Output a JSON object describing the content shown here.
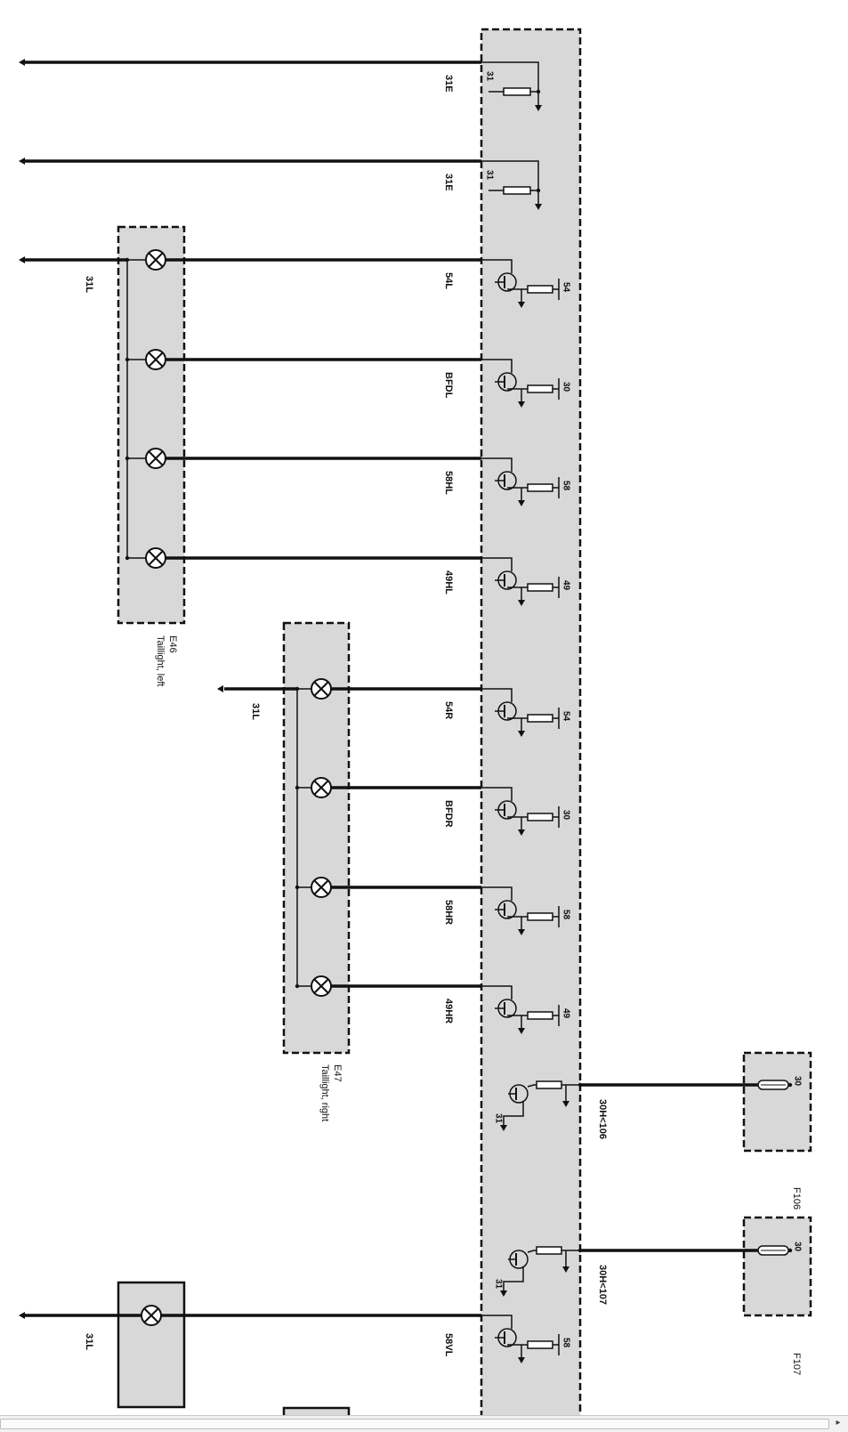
{
  "wires": [
    {
      "label": "31E",
      "pin": "31",
      "type": "ground"
    },
    {
      "label": "31E",
      "pin": "31",
      "type": "ground"
    },
    {
      "label": "54L",
      "pin": "54",
      "type": "output"
    },
    {
      "label": "BFDL",
      "pin": "30",
      "type": "output"
    },
    {
      "label": "58HL",
      "pin": "58",
      "type": "output"
    },
    {
      "label": "49HL",
      "pin": "49",
      "type": "output"
    },
    {
      "label": "54R",
      "pin": "54",
      "type": "output"
    },
    {
      "label": "BFDR",
      "pin": "30",
      "type": "output"
    },
    {
      "label": "58HR",
      "pin": "58",
      "type": "output"
    },
    {
      "label": "49HR",
      "pin": "49",
      "type": "output"
    },
    {
      "label": "30H<106",
      "pin": "31",
      "type": "supply",
      "fuse": "F106",
      "fuse_pin": "30"
    },
    {
      "label": "30H<107",
      "pin": "31",
      "type": "supply",
      "fuse": "F107",
      "fuse_pin": "30"
    },
    {
      "label": "58VL",
      "pin": "58",
      "type": "output"
    }
  ],
  "components": [
    {
      "id": "E46",
      "name": "Taillight, left",
      "ground_label": "31L"
    },
    {
      "id": "E47",
      "name": "Taillight, right",
      "ground_label": "31L"
    },
    {
      "id": "",
      "name": "",
      "ground_label": "31L"
    }
  ],
  "colors": {
    "module_fill": "#d8d8d8",
    "line": "#111111",
    "background": "#ffffff"
  }
}
